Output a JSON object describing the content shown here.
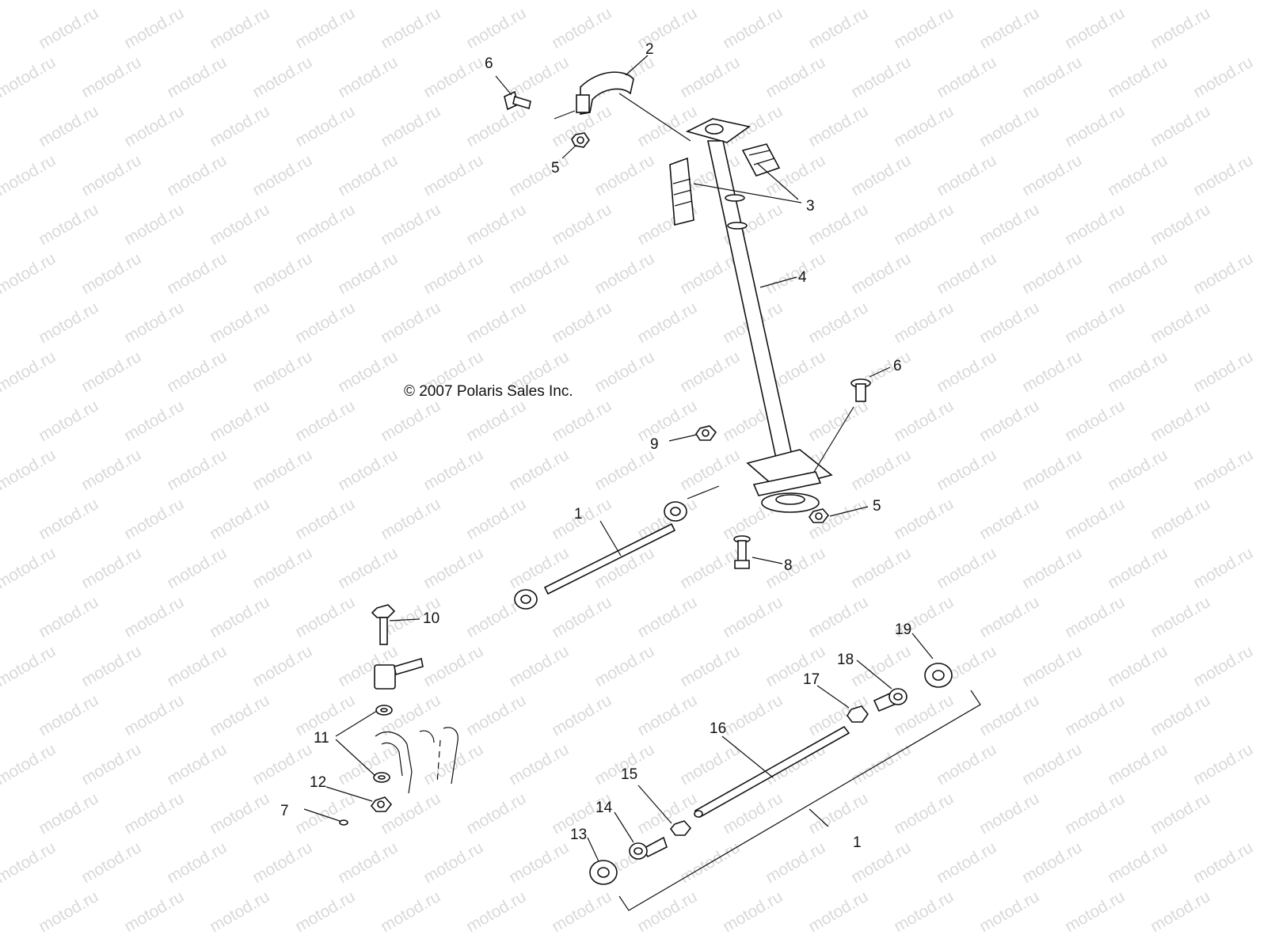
{
  "watermark": "motod.ru",
  "copyright": "© 2007 Polaris Sales Inc.",
  "colors": {
    "ink": "#111111",
    "watermark": "#d9d9d9",
    "background": "#ffffff"
  },
  "callouts": {
    "c6a": "6",
    "c2": "2",
    "c5a": "5",
    "c3": "3",
    "c4": "4",
    "c6b": "6",
    "c9": "9",
    "c5b": "5",
    "c1a": "1",
    "c8": "8",
    "c10": "10",
    "c19": "19",
    "c18": "18",
    "c17": "17",
    "c16": "16",
    "c11": "11",
    "c12": "12",
    "c7": "7",
    "c15": "15",
    "c14": "14",
    "c13": "13",
    "c1b": "1"
  }
}
